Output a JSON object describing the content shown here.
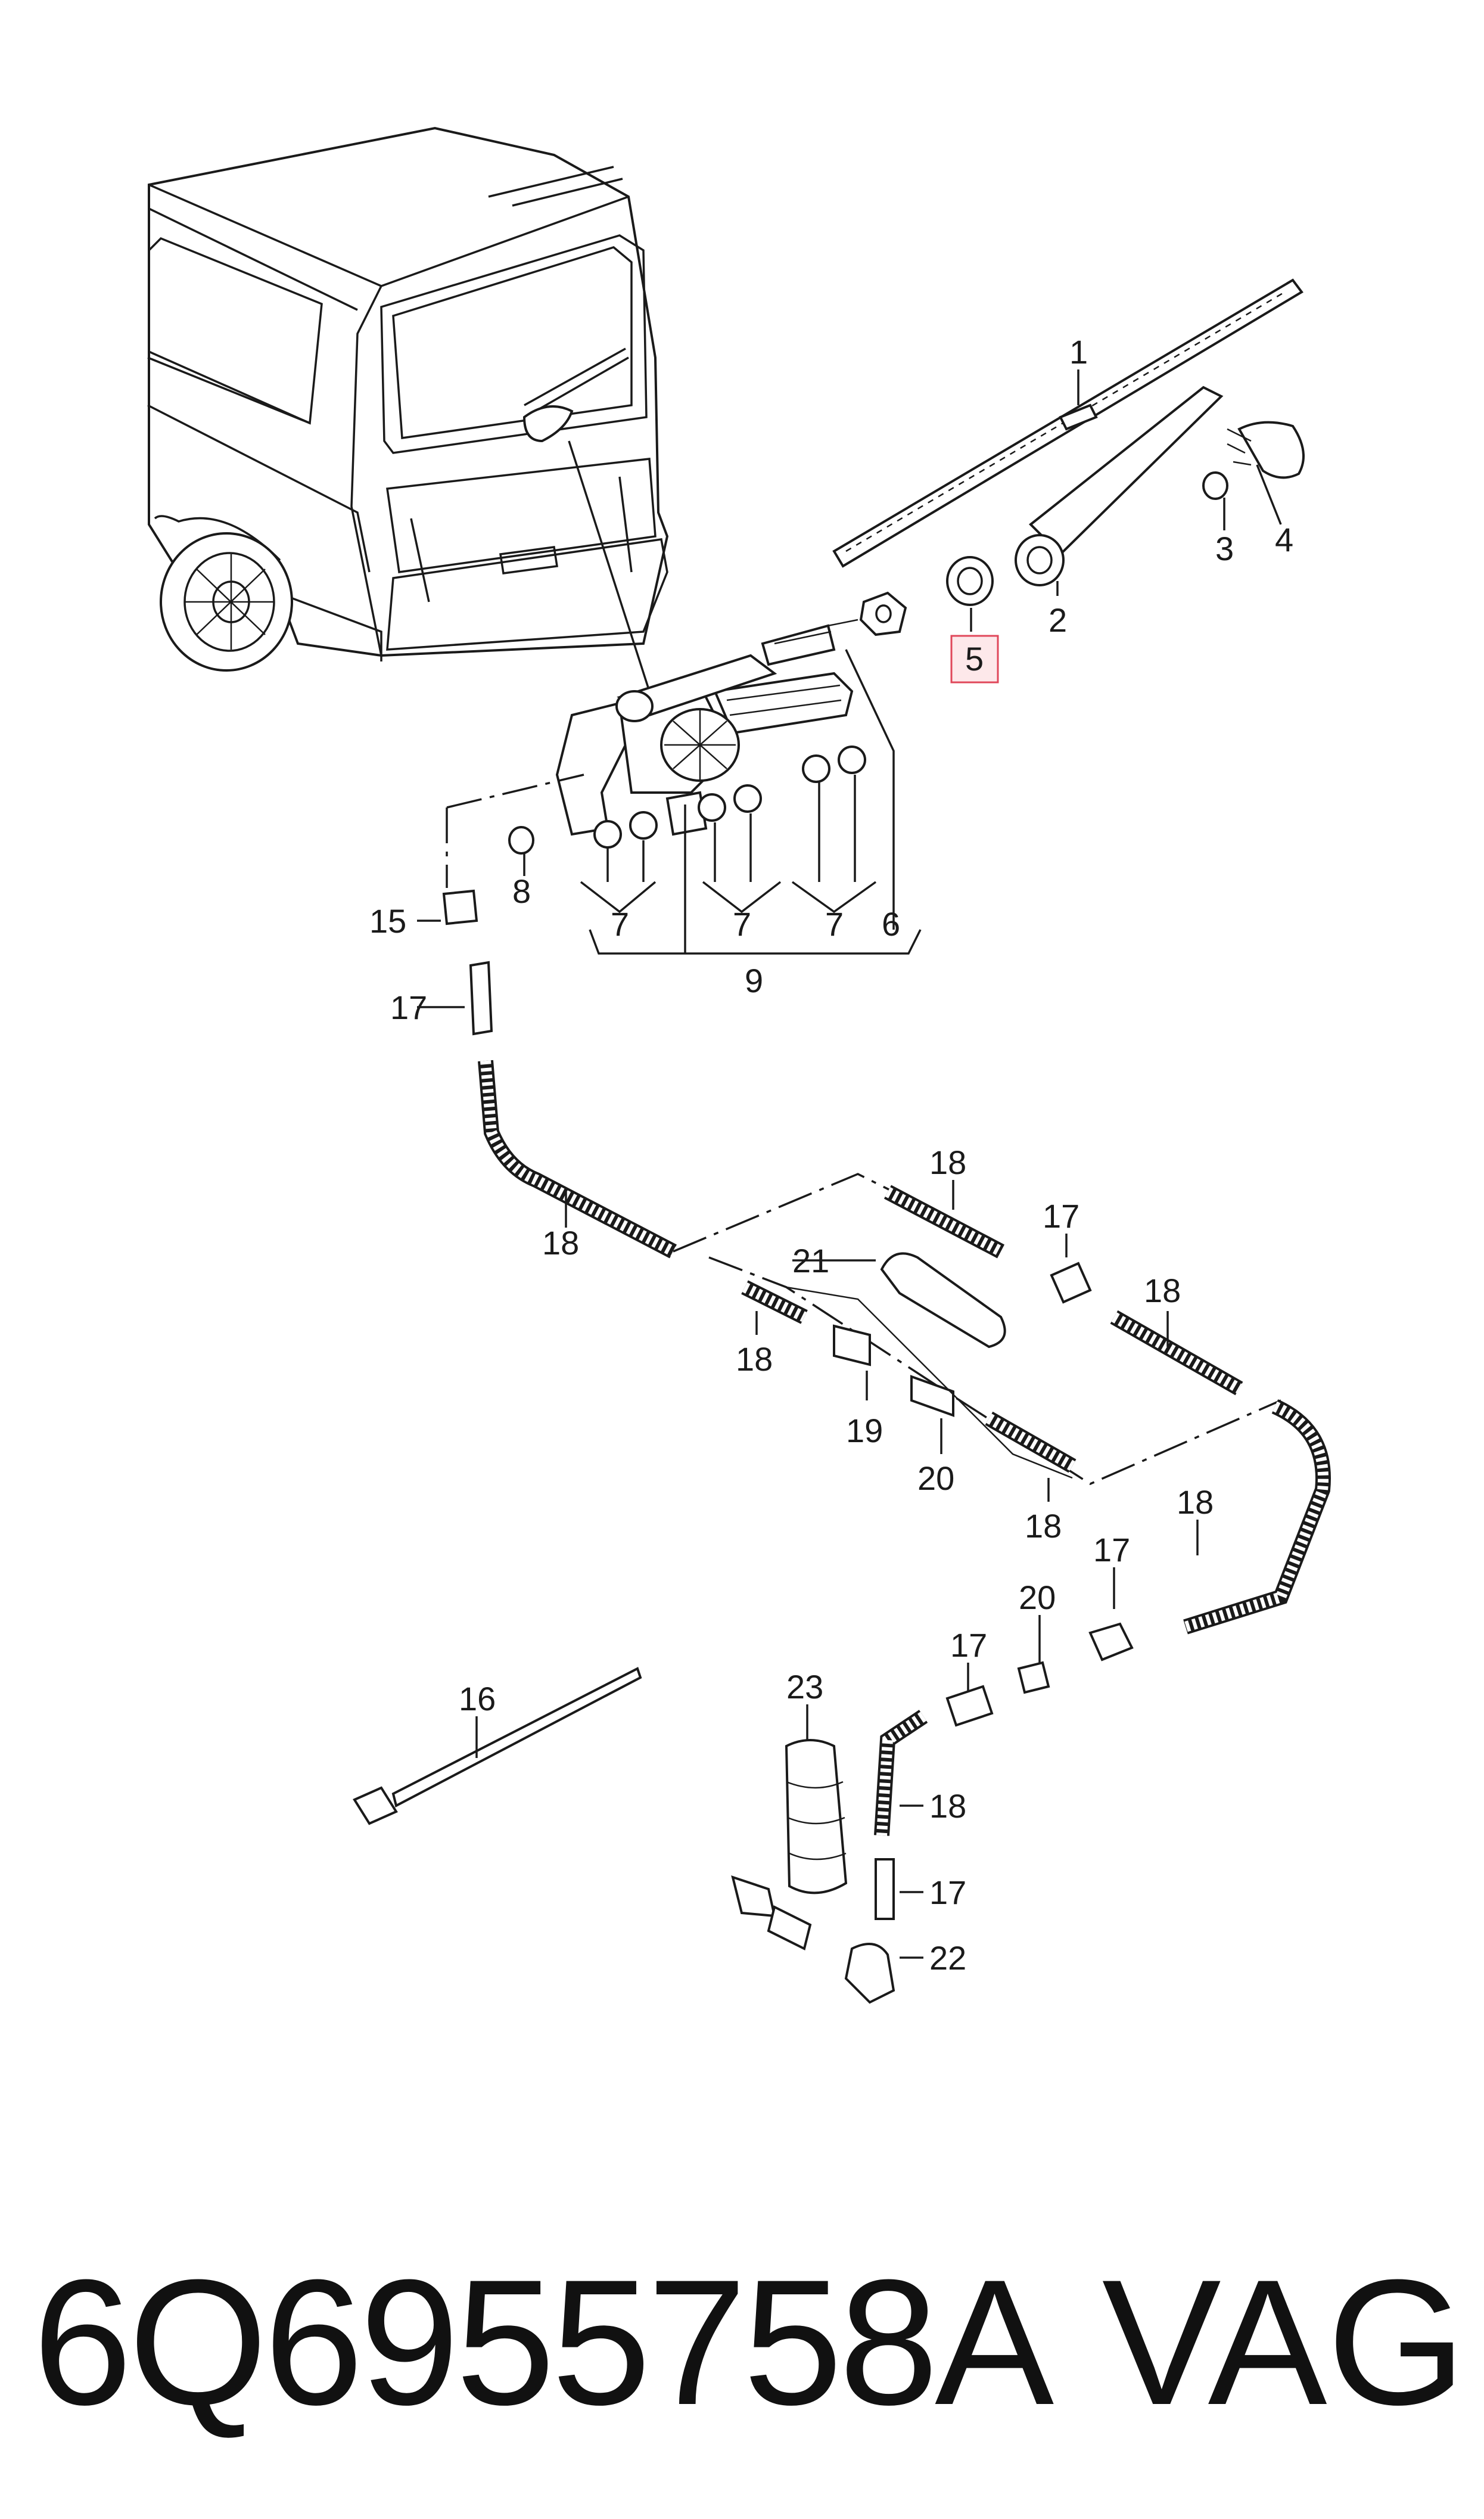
{
  "diagram": {
    "callouts": {
      "c1": "1",
      "c2": "2",
      "c3": "3",
      "c4": "4",
      "c5": "5",
      "c6": "6",
      "c7": "7",
      "c8": "8",
      "c9": "9",
      "c15": "15",
      "c16": "16",
      "c17": "17",
      "c18": "18",
      "c19": "19",
      "c20": "20",
      "c21": "21",
      "c22": "22",
      "c23": "23"
    },
    "highlight_color": "#e0475a"
  },
  "footer": {
    "part_number": "6Q6955758A",
    "manufacturer": "VAG"
  }
}
